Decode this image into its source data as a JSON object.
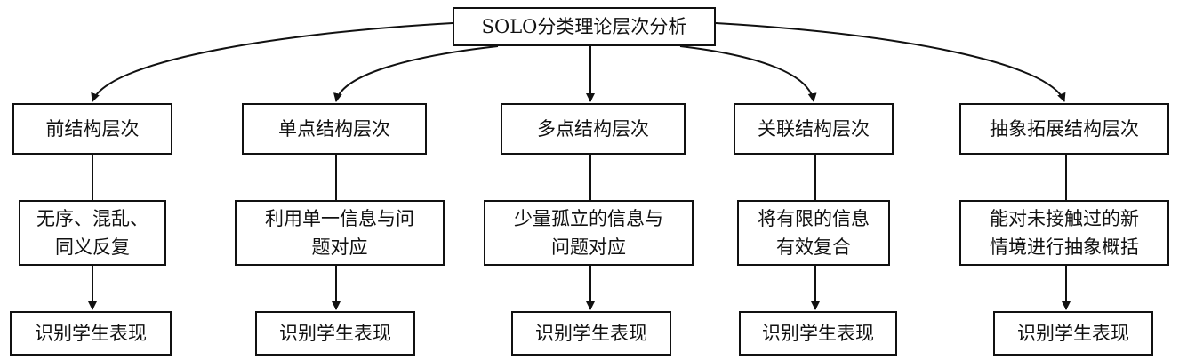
{
  "root": {
    "label": "SOLO分类理论层次分析"
  },
  "levels": [
    {
      "label": "前结构层次",
      "description": "无序、混乱、\n同义反复",
      "result": "识别学生表现"
    },
    {
      "label": "单点结构层次",
      "description": "利用单一信息与问\n题对应",
      "result": "识别学生表现"
    },
    {
      "label": "多点结构层次",
      "description": "少量孤立的信息与\n问题对应",
      "result": "识别学生表现"
    },
    {
      "label": "关联结构层次",
      "description": "将有限的信息\n有效复合",
      "result": "识别学生表现"
    },
    {
      "label": "抽象拓展结构层次",
      "description": "能对未接触过的新\n情境进行抽象概括",
      "result": "识别学生表现"
    }
  ]
}
